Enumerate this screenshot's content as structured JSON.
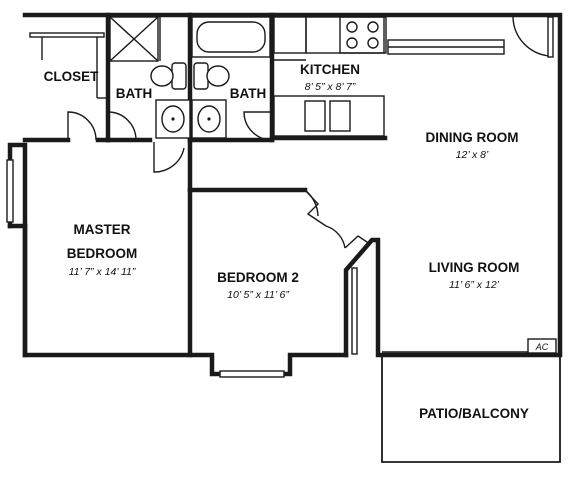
{
  "rooms": {
    "closet": {
      "name": "CLOSET"
    },
    "bath1": {
      "name": "BATH"
    },
    "bath2": {
      "name": "BATH"
    },
    "kitchen": {
      "name": "KITCHEN",
      "size": "8’ 5” x 8’ 7”"
    },
    "dining": {
      "name": "DINING ROOM",
      "size": "12’ x 8’"
    },
    "master": {
      "name": "MASTER",
      "name2": "BEDROOM",
      "size": "11’ 7” x 14’ 11”"
    },
    "bedroom2": {
      "name": "BEDROOM 2",
      "size": "10’ 5” x 11’ 6”"
    },
    "living": {
      "name": "LIVING ROOM",
      "size": "11’ 6” x 12’"
    },
    "patio": {
      "name": "PATIO/BALCONY"
    }
  },
  "fixtures": {
    "ac_label": "AC"
  }
}
